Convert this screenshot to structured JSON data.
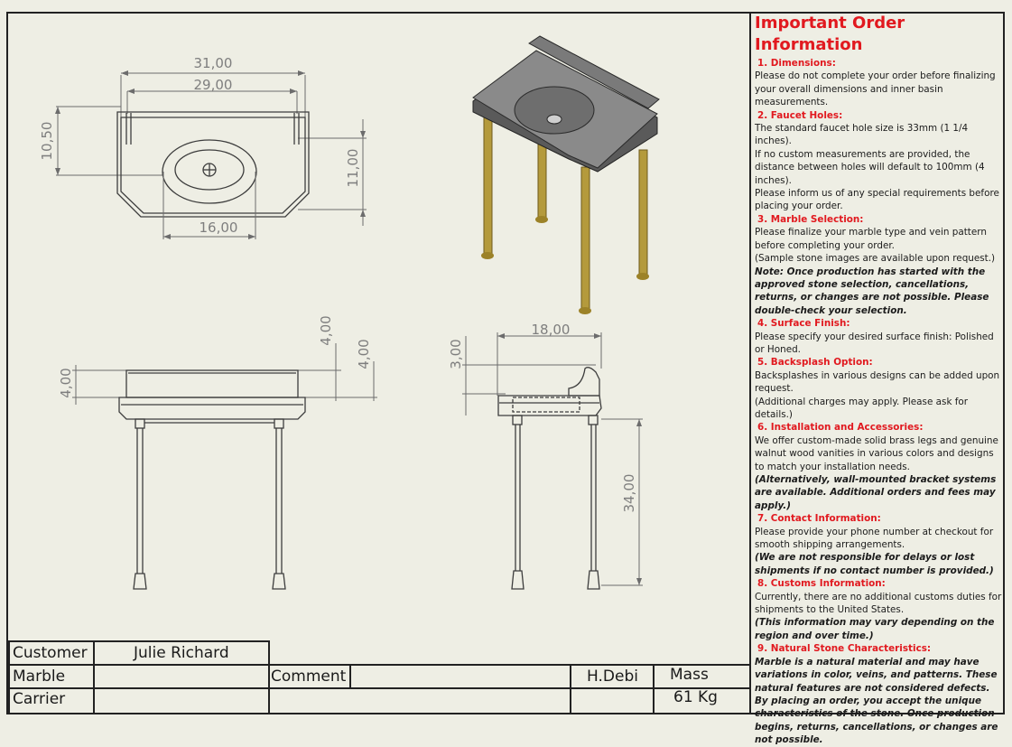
{
  "dimensions": {
    "top_outer_width": "31,00",
    "top_inner_width": "29,00",
    "top_depth": "10,50",
    "top_side_depth": "11,00",
    "basin_width": "16,00",
    "front_backsplash_total": "4,00",
    "front_backsplash": "4,00",
    "front_left_height": "4,00",
    "side_depth": "18,00",
    "side_backsplash": "3,00",
    "side_height": "34,00"
  },
  "title_block": {
    "customer_label": "Customer",
    "customer_value": "Julie Richard",
    "marble_label": "Marble",
    "carrier_label": "Carrier",
    "comment_label": "Comment",
    "designer": "H.Debi",
    "mass_label": "Mass",
    "mass_value": "61 Kg"
  },
  "info": {
    "title": "Important Order Information",
    "sections": [
      {
        "heading": "1. Dimensions:",
        "paragraphs": [
          {
            "text": "Please do not complete your order before finalizing your overall dimensions and inner basin measurements.",
            "style": "normal"
          }
        ]
      },
      {
        "heading": "2. Faucet Holes:",
        "paragraphs": [
          {
            "text": "The standard faucet hole size is 33mm (1 1/4 inches).",
            "style": "normal"
          },
          {
            "text": "If no custom measurements are provided, the distance between holes will default to 100mm (4 inches).",
            "style": "normal"
          },
          {
            "text": "Please inform us of any special requirements before placing your order.",
            "style": "normal"
          }
        ]
      },
      {
        "heading": "3. Marble Selection:",
        "paragraphs": [
          {
            "text": "Please finalize your marble type and vein pattern before completing your order.",
            "style": "normal"
          },
          {
            "text": "(Sample stone images are available upon request.)",
            "style": "normal"
          },
          {
            "text": "Note: Once production has started with the approved stone selection, cancellations, returns, or changes are not possible. Please double-check your selection.",
            "style": "em"
          }
        ]
      },
      {
        "heading": "4. Surface Finish:",
        "paragraphs": [
          {
            "text": "Please specify your desired surface finish: Polished or Honed.",
            "style": "normal"
          }
        ]
      },
      {
        "heading": "5. Backsplash Option:",
        "paragraphs": [
          {
            "text": "Backsplashes in various designs can be added upon request.",
            "style": "normal"
          },
          {
            "text": "(Additional charges may apply. Please ask for details.)",
            "style": "normal"
          }
        ]
      },
      {
        "heading": "6. Installation and Accessories:",
        "paragraphs": [
          {
            "text": "We offer custom-made solid brass legs and genuine walnut wood vanities in various colors and designs to match your installation needs.",
            "style": "normal"
          },
          {
            "text": "(Alternatively, wall-mounted bracket systems are available. Additional orders and fees may apply.)",
            "style": "em"
          }
        ]
      },
      {
        "heading": "7. Contact Information:",
        "paragraphs": [
          {
            "text": "Please provide your phone number at checkout for smooth shipping arrangements.",
            "style": "normal"
          },
          {
            "text": "(We are not responsible for delays or lost shipments if no contact number is provided.)",
            "style": "em"
          }
        ]
      },
      {
        "heading": "8. Customs Information:",
        "paragraphs": [
          {
            "text": "Currently, there are no additional customs duties for shipments to the United States.",
            "style": "normal"
          },
          {
            "text": "(This information may vary depending on the region and over time.)",
            "style": "em"
          }
        ]
      },
      {
        "heading": "9. Natural Stone Characteristics:",
        "paragraphs": [
          {
            "text": "Marble is a natural material and may have variations in color, veins, and patterns. These natural features are not considered defects.",
            "style": "em"
          },
          {
            "text": "By placing an order, you accept the unique characteristics of the stone. Once production begins, returns, cancellations, or changes are not possible.",
            "style": "em"
          }
        ]
      }
    ]
  }
}
